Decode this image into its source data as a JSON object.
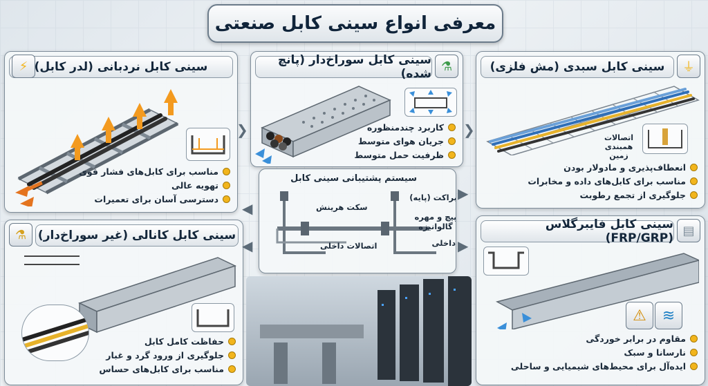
{
  "title": "معرفی انواع سینی کابل صنعتی",
  "panels": {
    "ladder": {
      "title": "سینی کابل نردبانی (لدر کابل)",
      "bullets": [
        "مناسب برای کابل‌های فشار قوی",
        "تهویه عالی",
        "دسترسی آسان برای تعمیرات"
      ]
    },
    "perforated": {
      "title": "سینی کابل سوراخ‌دار (پانچ شده)",
      "bullets": [
        "کاربرد چندمنظوره",
        "جریان هوای متوسط",
        "ظرفیت حمل متوسط"
      ]
    },
    "wire_mesh": {
      "title": "سینی کابل سبدی (مش فلزی)",
      "bullets": [
        "انعطاف‌پذیری و مادولار بودن",
        "مناسب برای کابل‌های داده و مخابرات",
        "جلوگیری از تجمع رطوبت"
      ],
      "inset_label": "اتصالات همبندی زمین"
    },
    "support": {
      "title": "سیستم پشتیبانی سینی کابل",
      "labels": {
        "bracket": "براکت (پایه)",
        "rigid": "سکت هرینش",
        "bolt": "پیچ و مهره گالوانیزه",
        "inner_fitting": "اتصالات داخلی",
        "inner": "داخلی"
      }
    },
    "channel": {
      "title": "سینی کابل کانالی (غیر سوراخ‌دار)",
      "bullets": [
        "حفاظت کامل کابل",
        "جلوگیری از ورود گرد و غبار",
        "مناسب برای کابل‌های حساس"
      ]
    },
    "frp": {
      "title": "سینی کابل فایبرگلاس (FRP/GRP)",
      "bullets": [
        "مقاوم در برابر خوردگی",
        "نارسانا و سبک",
        "ایده‌آل برای محیط‌های شیمیایی و ساحلی"
      ]
    }
  },
  "icons": {
    "ladder": "lightning-icon",
    "perforated": "flask-icon",
    "wire_mesh": "ground-icon",
    "channel": "lab-flask-icon",
    "frp": "server-icon",
    "warning": "warning-icon",
    "waves": "waves-icon"
  },
  "colors": {
    "bullet": "#f2b51c",
    "heat_arrow": "#f39a1f",
    "air_arrow": "#3a8fd9"
  }
}
